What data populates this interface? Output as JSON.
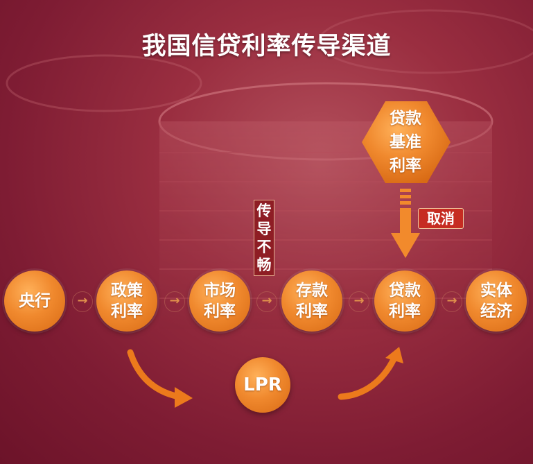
{
  "title": "我国信贷利率传导渠道",
  "nodes": {
    "central_bank": "央行",
    "policy_rate": "政策利率",
    "market_rate": "市场利率",
    "deposit_rate": "存款利率",
    "loan_rate": "贷款利率",
    "real_economy": "实体经济"
  },
  "benchmark": "贷款基准利率",
  "cancel": "取消",
  "blocked_note": "传导不畅",
  "lpr": "LPR",
  "arrow_glyph": "→",
  "colors": {
    "node_orange": "#f0892e",
    "background": "#8e2238",
    "cancel_red": "#c62c22",
    "arrow_orange": "#ec7a1c"
  },
  "icons": [
    "arrow-right-icon",
    "down-arrow-icon",
    "curved-arrow-icon"
  ]
}
